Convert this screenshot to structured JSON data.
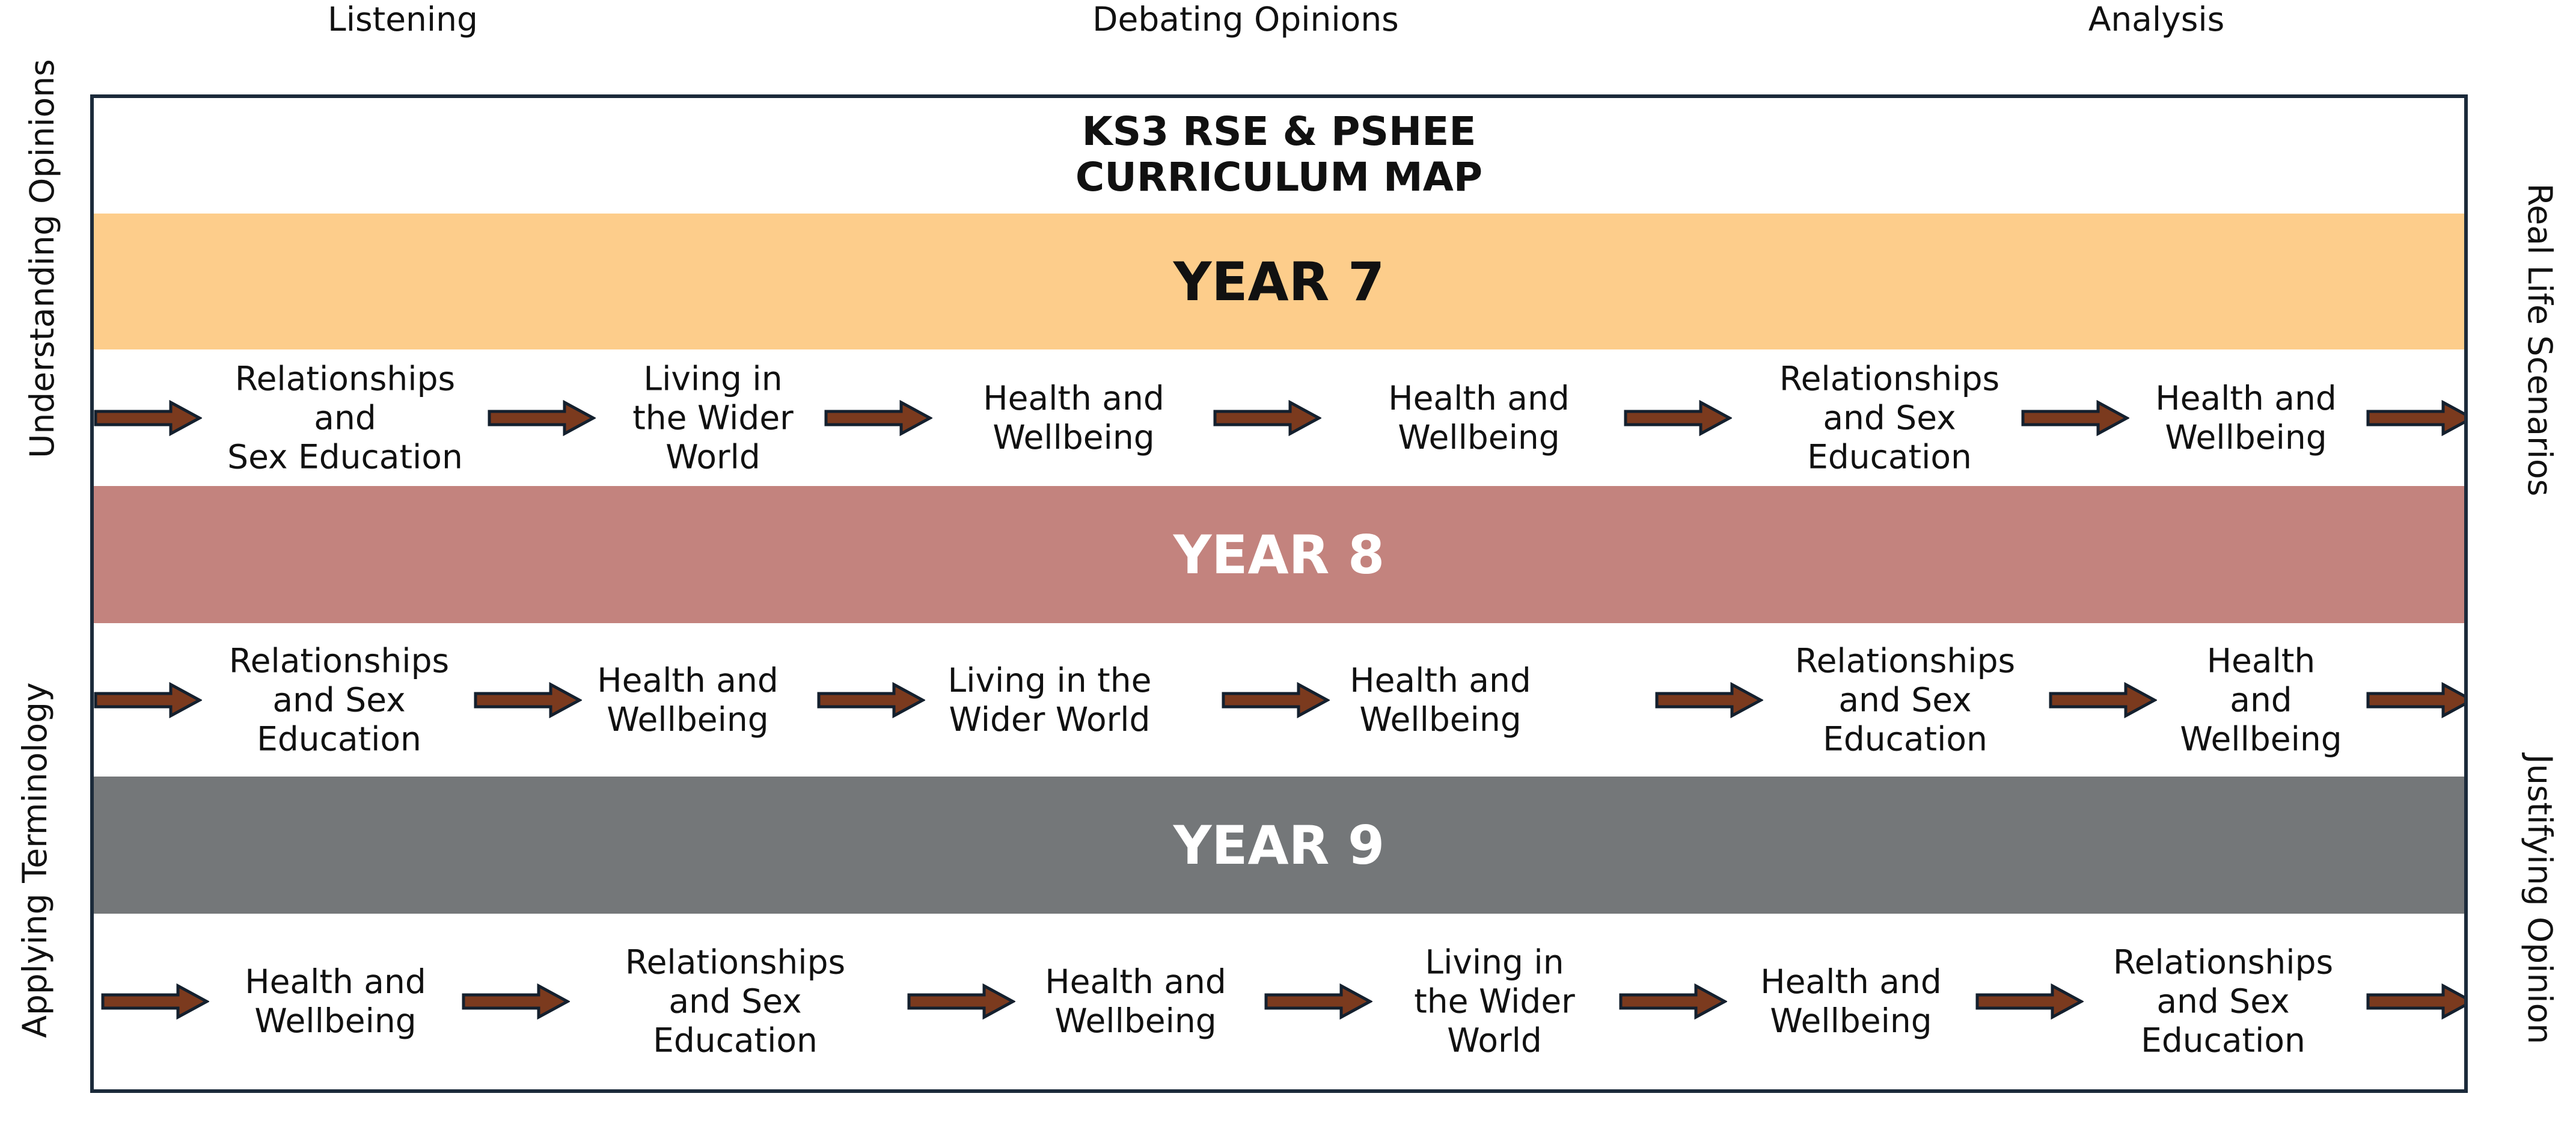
{
  "skills": {
    "top": [
      "Listening",
      "Debating Opinions",
      "Analysis"
    ],
    "left": [
      "Understanding Opinions",
      "Applying Terminology"
    ],
    "right": [
      "Real Life Scenarios",
      "Justifying Opinion"
    ]
  },
  "title": "KS3 RSE & PSHEE\nCURRICULUM MAP",
  "colors": {
    "year7_band": "#fdcd8b",
    "year8_band": "#c3837e",
    "year9_band": "#747779",
    "arrow_fill": "#7b3a1e",
    "arrow_outline": "#14202e",
    "frame": "#1b2a3a"
  },
  "years": [
    {
      "label": "YEAR 7",
      "topics": [
        "Relationships\nand\nSex Education",
        "Living in\nthe Wider\nWorld",
        "Health and\nWellbeing",
        "Health and\nWellbeing",
        "Relationships\nand Sex\nEducation",
        "Health and\nWellbeing"
      ]
    },
    {
      "label": "YEAR 8",
      "topics": [
        "Relationships\nand Sex\nEducation",
        "Health and\nWellbeing",
        "Living in the\nWider World",
        "Health and\nWellbeing",
        "Relationships\nand Sex\nEducation",
        "Health\nand\nWellbeing"
      ]
    },
    {
      "label": "YEAR 9",
      "topics": [
        "Health and\nWellbeing",
        "Relationships\nand Sex\nEducation",
        "Health and\nWellbeing",
        "Living in\nthe Wider\nWorld",
        "Health and\nWellbeing",
        "Relationships\nand Sex\nEducation"
      ]
    }
  ]
}
